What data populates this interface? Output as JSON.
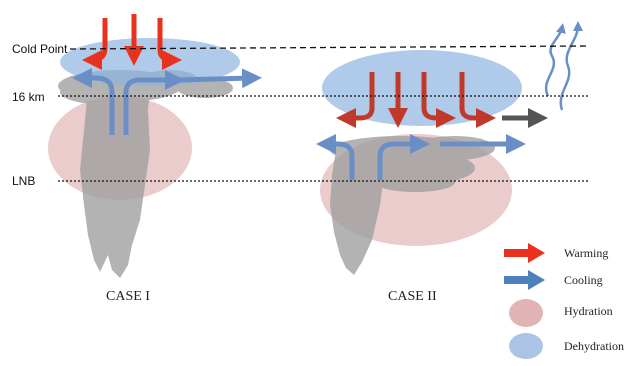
{
  "levels": {
    "cold_point": "Cold Point",
    "km16": "16 km",
    "lnb": "LNB"
  },
  "cases": {
    "case1": "CASE I",
    "case2": "CASE II"
  },
  "legend": [
    {
      "key": "warming",
      "label": "Warming",
      "color": "#e8321e"
    },
    {
      "key": "cooling",
      "label": "Cooling",
      "color": "#4f81bd"
    },
    {
      "key": "hydration",
      "label": "Hydration",
      "color": "#e0b4b4"
    },
    {
      "key": "dehydration",
      "label": "Dehydration",
      "color": "#a9c4e4"
    }
  ],
  "colors": {
    "cloud": "#a6a6a6",
    "warming_arrow": "#c0392b",
    "cooling_arrow": "#6a8fc7",
    "hydration": "#d9a3a3",
    "dehydration": "#8fb3e0",
    "dark_arrow": "#555555"
  }
}
